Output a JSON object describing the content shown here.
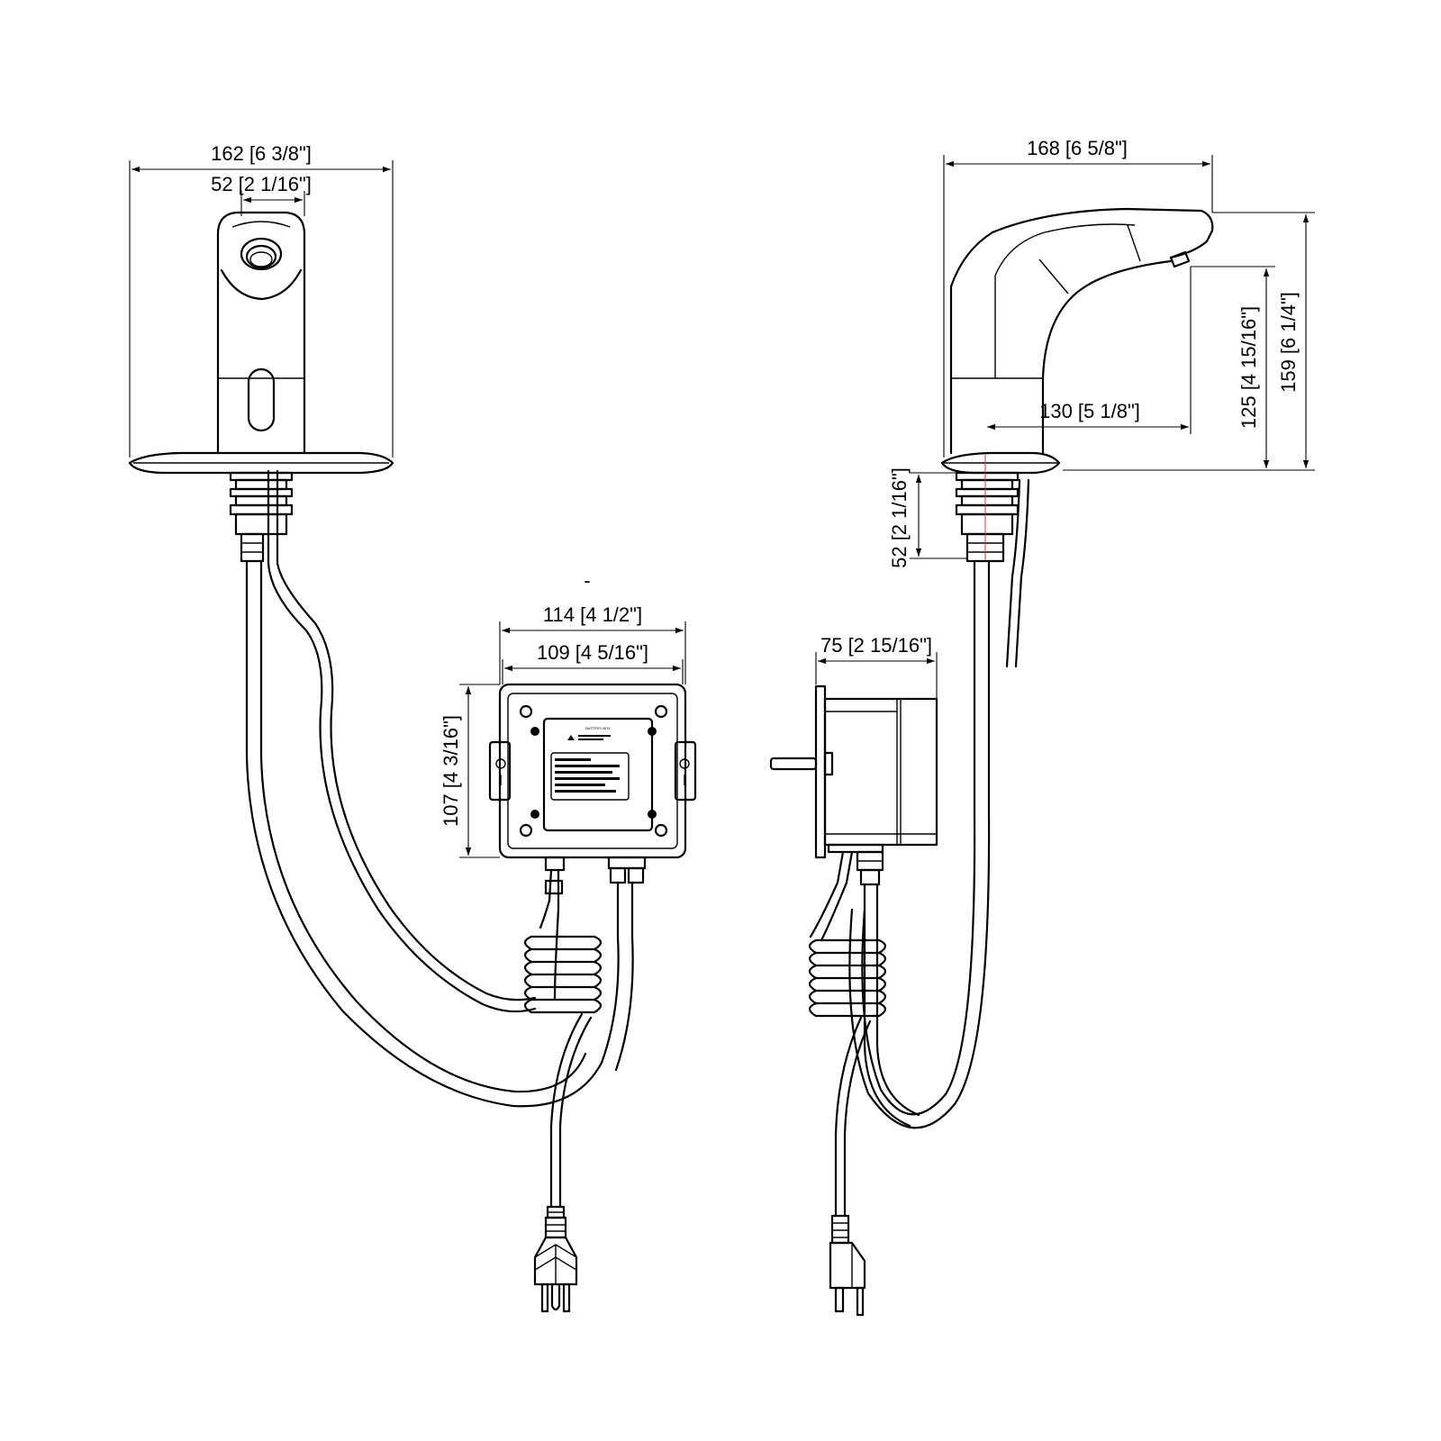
{
  "dimensions": {
    "front_width": "162 [6 3/8\"]",
    "front_aerator_width": "52 [2 1/16\"]",
    "side_length": "168 [6 5/8\"]",
    "side_total_height": "159 [6 1/4\"]",
    "side_spout_height": "125 [4 15/16\"]",
    "side_spout_reach": "130 [5 1/8\"]",
    "side_shank_length": "52 [2 1/16\"]",
    "box_outer_width": "114 [4 1/2\"]",
    "box_inner_width": "109 [4 5/16\"]",
    "box_height": "107 [4 3/16\"]",
    "box_depth": "75 [2 15/16\"]",
    "stray_mark": "-"
  },
  "box_label": {
    "title": "BATTERY BOX"
  }
}
